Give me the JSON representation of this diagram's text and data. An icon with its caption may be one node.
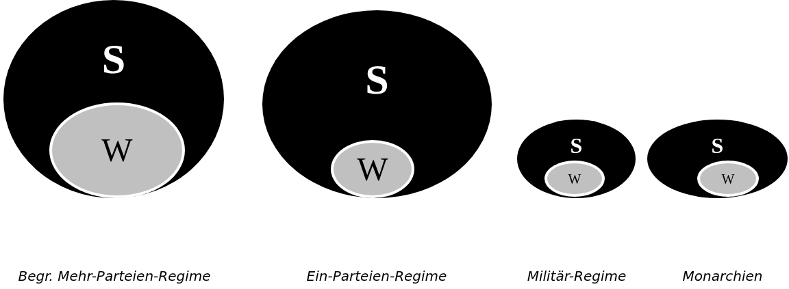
{
  "diagram": {
    "nodes": [
      {
        "text": [
          "S"
        ]
      },
      {
        "text": [
          "W"
        ],
        "in": 0
      },
      {
        "text": [
          "S"
        ]
      },
      {
        "text": [
          "W"
        ],
        "in": 2
      },
      {
        "text": [
          "S"
        ]
      },
      {
        "text": [
          "W"
        ],
        "in": 4
      },
      {
        "text": [
          "S"
        ]
      },
      {
        "text": [
          "W"
        ],
        "in": 6
      }
    ],
    "labels": [
      "Begr. Mehr-Parteien-Regime",
      "Ein-Parteien-Regime",
      "Militär-Regime",
      "Monarchien"
    ]
  }
}
